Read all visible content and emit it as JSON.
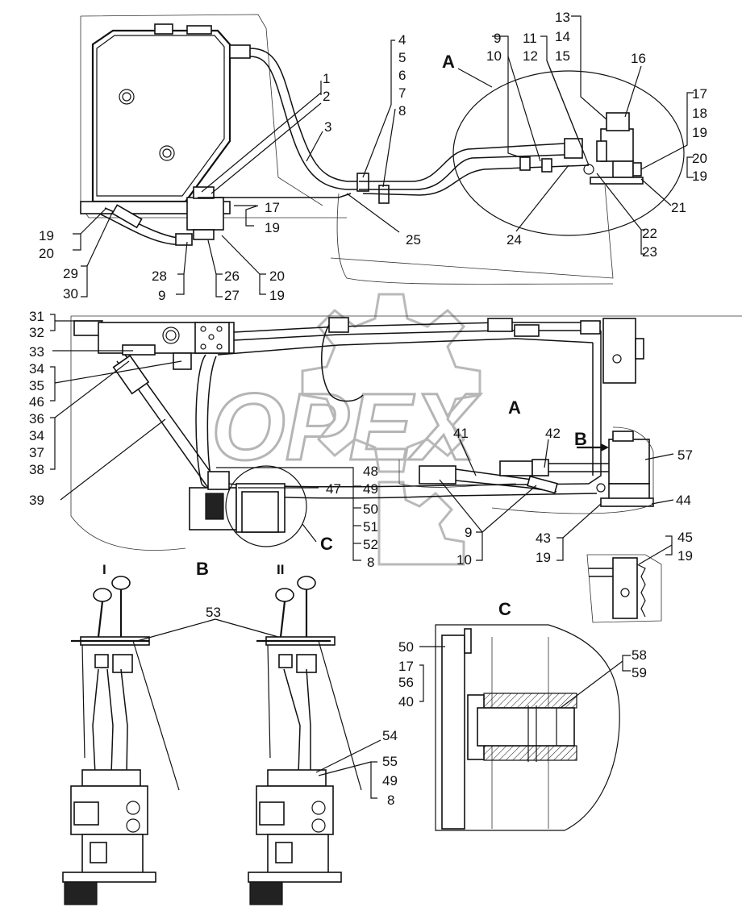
{
  "watermark": {
    "text": "OPEX"
  },
  "view_labels": {
    "A_top": "A",
    "A_mid": "A",
    "B_arrow": "B",
    "B_view": "B",
    "C_circle": "C",
    "C_view": "C",
    "I": "I",
    "II": "II"
  },
  "callouts": {
    "c1": "1",
    "c2": "2",
    "c3": "3",
    "c4": "4",
    "c5": "5",
    "c6": "6",
    "c7": "7",
    "c8": "8",
    "c9a": "9",
    "c10a": "10",
    "c11": "11",
    "c12": "12",
    "c13": "13",
    "c14": "14",
    "c15": "15",
    "c16": "16",
    "c17a": "17",
    "c18": "18",
    "c19a": "19",
    "c20a": "20",
    "c19b": "19",
    "c21": "21",
    "c22": "22",
    "c23": "23",
    "c24": "24",
    "c25": "25",
    "c17b": "17",
    "c19c": "19",
    "c19d": "19",
    "c20b": "20",
    "c29": "29",
    "c30": "30",
    "c28": "28",
    "c9b": "9",
    "c26": "26",
    "c27": "27",
    "c20c": "20",
    "c19e": "19",
    "c31": "31",
    "c32": "32",
    "c33": "33",
    "c34a": "34",
    "c35": "35",
    "c46": "46",
    "c36": "36",
    "c34b": "34",
    "c37": "37",
    "c38": "38",
    "c39": "39",
    "c48": "48",
    "c47": "47",
    "c49a": "49",
    "c50a": "50",
    "c51": "51",
    "c52": "52",
    "c8b": "8",
    "c41": "41",
    "c42": "42",
    "c57": "57",
    "c44": "44",
    "c9c": "9",
    "c10b": "10",
    "c43": "43",
    "c19f": "19",
    "c45": "45",
    "c19g": "19",
    "c53": "53",
    "c54": "54",
    "c55": "55",
    "c49b": "49",
    "c8c": "8",
    "c50b": "50",
    "c17c": "17",
    "c56": "56",
    "c40": "40",
    "c58": "58",
    "c59": "59"
  }
}
